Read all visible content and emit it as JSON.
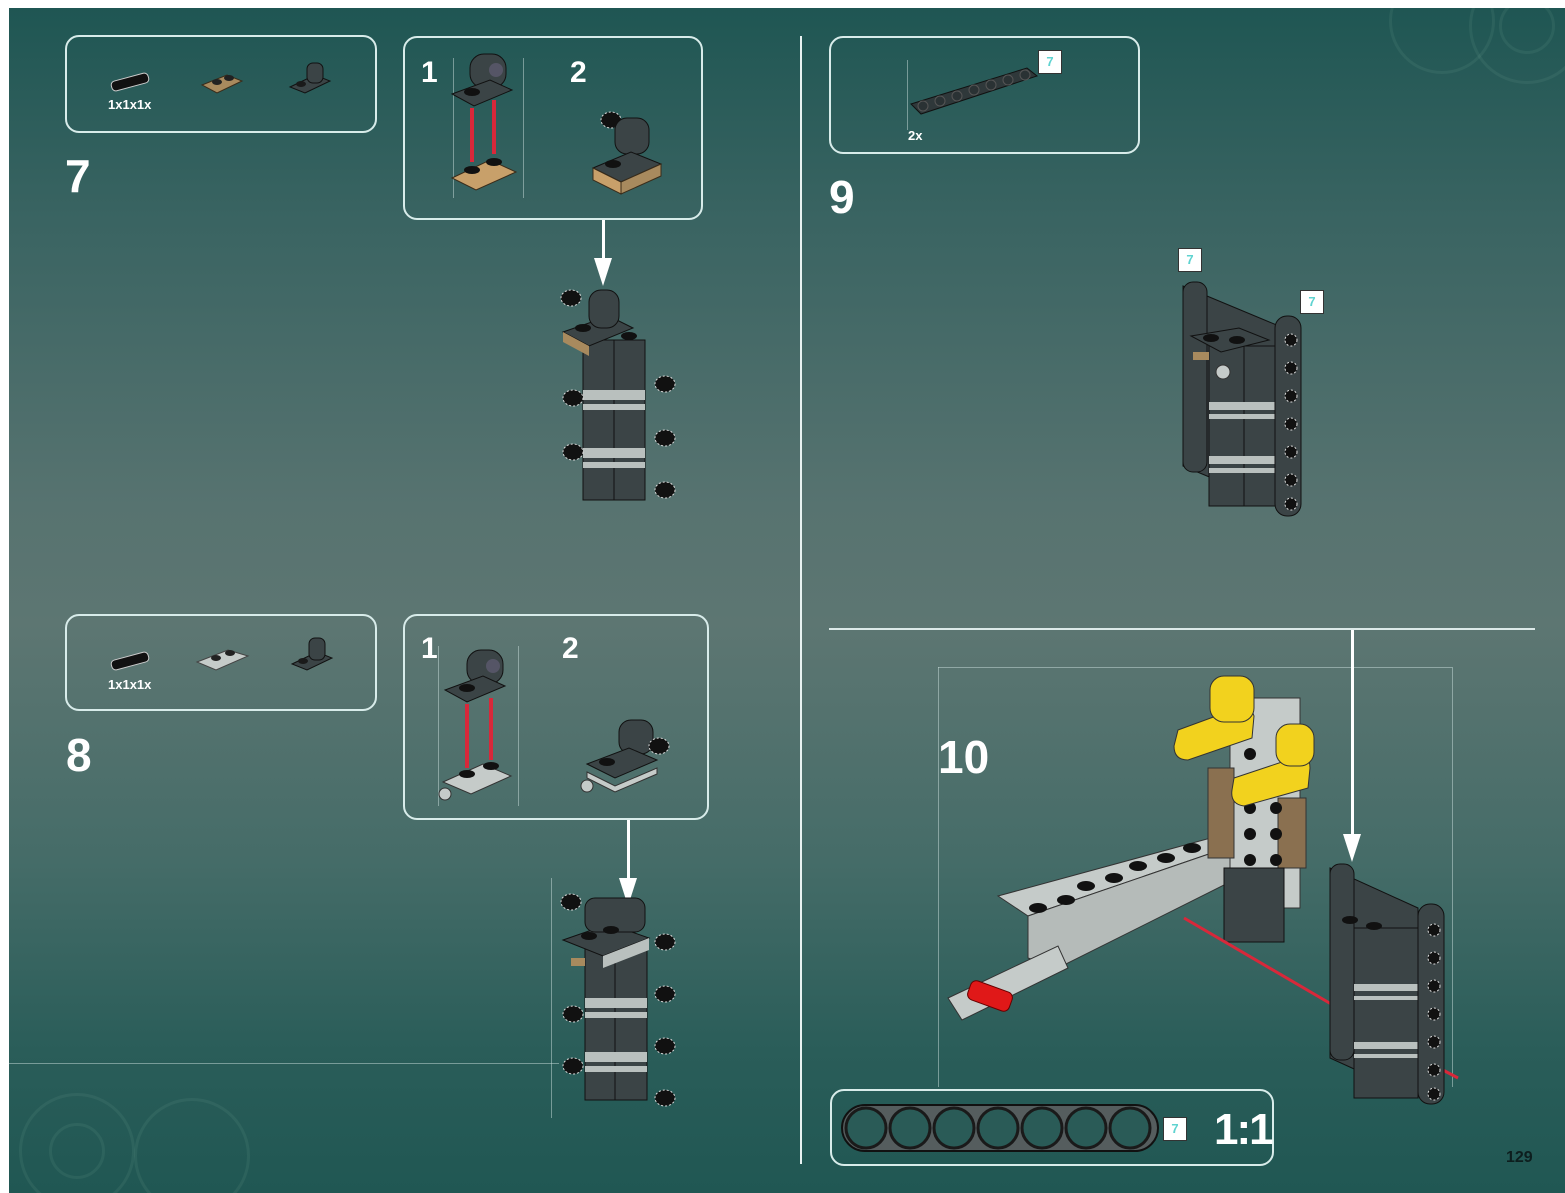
{
  "page": {
    "number": "129",
    "colors": {
      "background_top": "#1f5653",
      "background_mid": "#5d7672",
      "callout_border": "#d8ecea",
      "brick_dark": "#3b4446",
      "brick_tan": "#a88a5e",
      "brick_light_gray": "#c5cbc9",
      "brick_yellow": "#f2d21e",
      "pin_red": "#e01818",
      "arrow_red": "#d8283a",
      "badge_text": "#5fd3d0"
    }
  },
  "steps": [
    {
      "number": "7",
      "parts": [
        {
          "name": "axle-pin-with-friction",
          "qty": "1x1x1x"
        },
        {
          "name": "tan-plate-1x2",
          "qty": ""
        },
        {
          "name": "dark-gray-plate-with-pin-hole",
          "qty": ""
        }
      ],
      "sub_steps": [
        {
          "number": "1"
        },
        {
          "number": "2"
        }
      ]
    },
    {
      "number": "8",
      "parts": [
        {
          "name": "axle-pin-with-friction",
          "qty": "1x1x1x"
        },
        {
          "name": "light-gray-plate-with-clip",
          "qty": ""
        },
        {
          "name": "dark-gray-plate-with-pin-hole",
          "qty": ""
        }
      ],
      "sub_steps": [
        {
          "number": "1"
        },
        {
          "number": "2"
        }
      ]
    },
    {
      "number": "9",
      "parts": [
        {
          "name": "technic-beam-7",
          "qty": "2x",
          "length_badge": "7"
        }
      ],
      "length_badges": [
        "7",
        "7"
      ]
    },
    {
      "number": "10",
      "scale_reference": {
        "part": "technic-beam-7",
        "holes": 7,
        "length_badge": "7",
        "ratio": "1:1"
      }
    }
  ]
}
